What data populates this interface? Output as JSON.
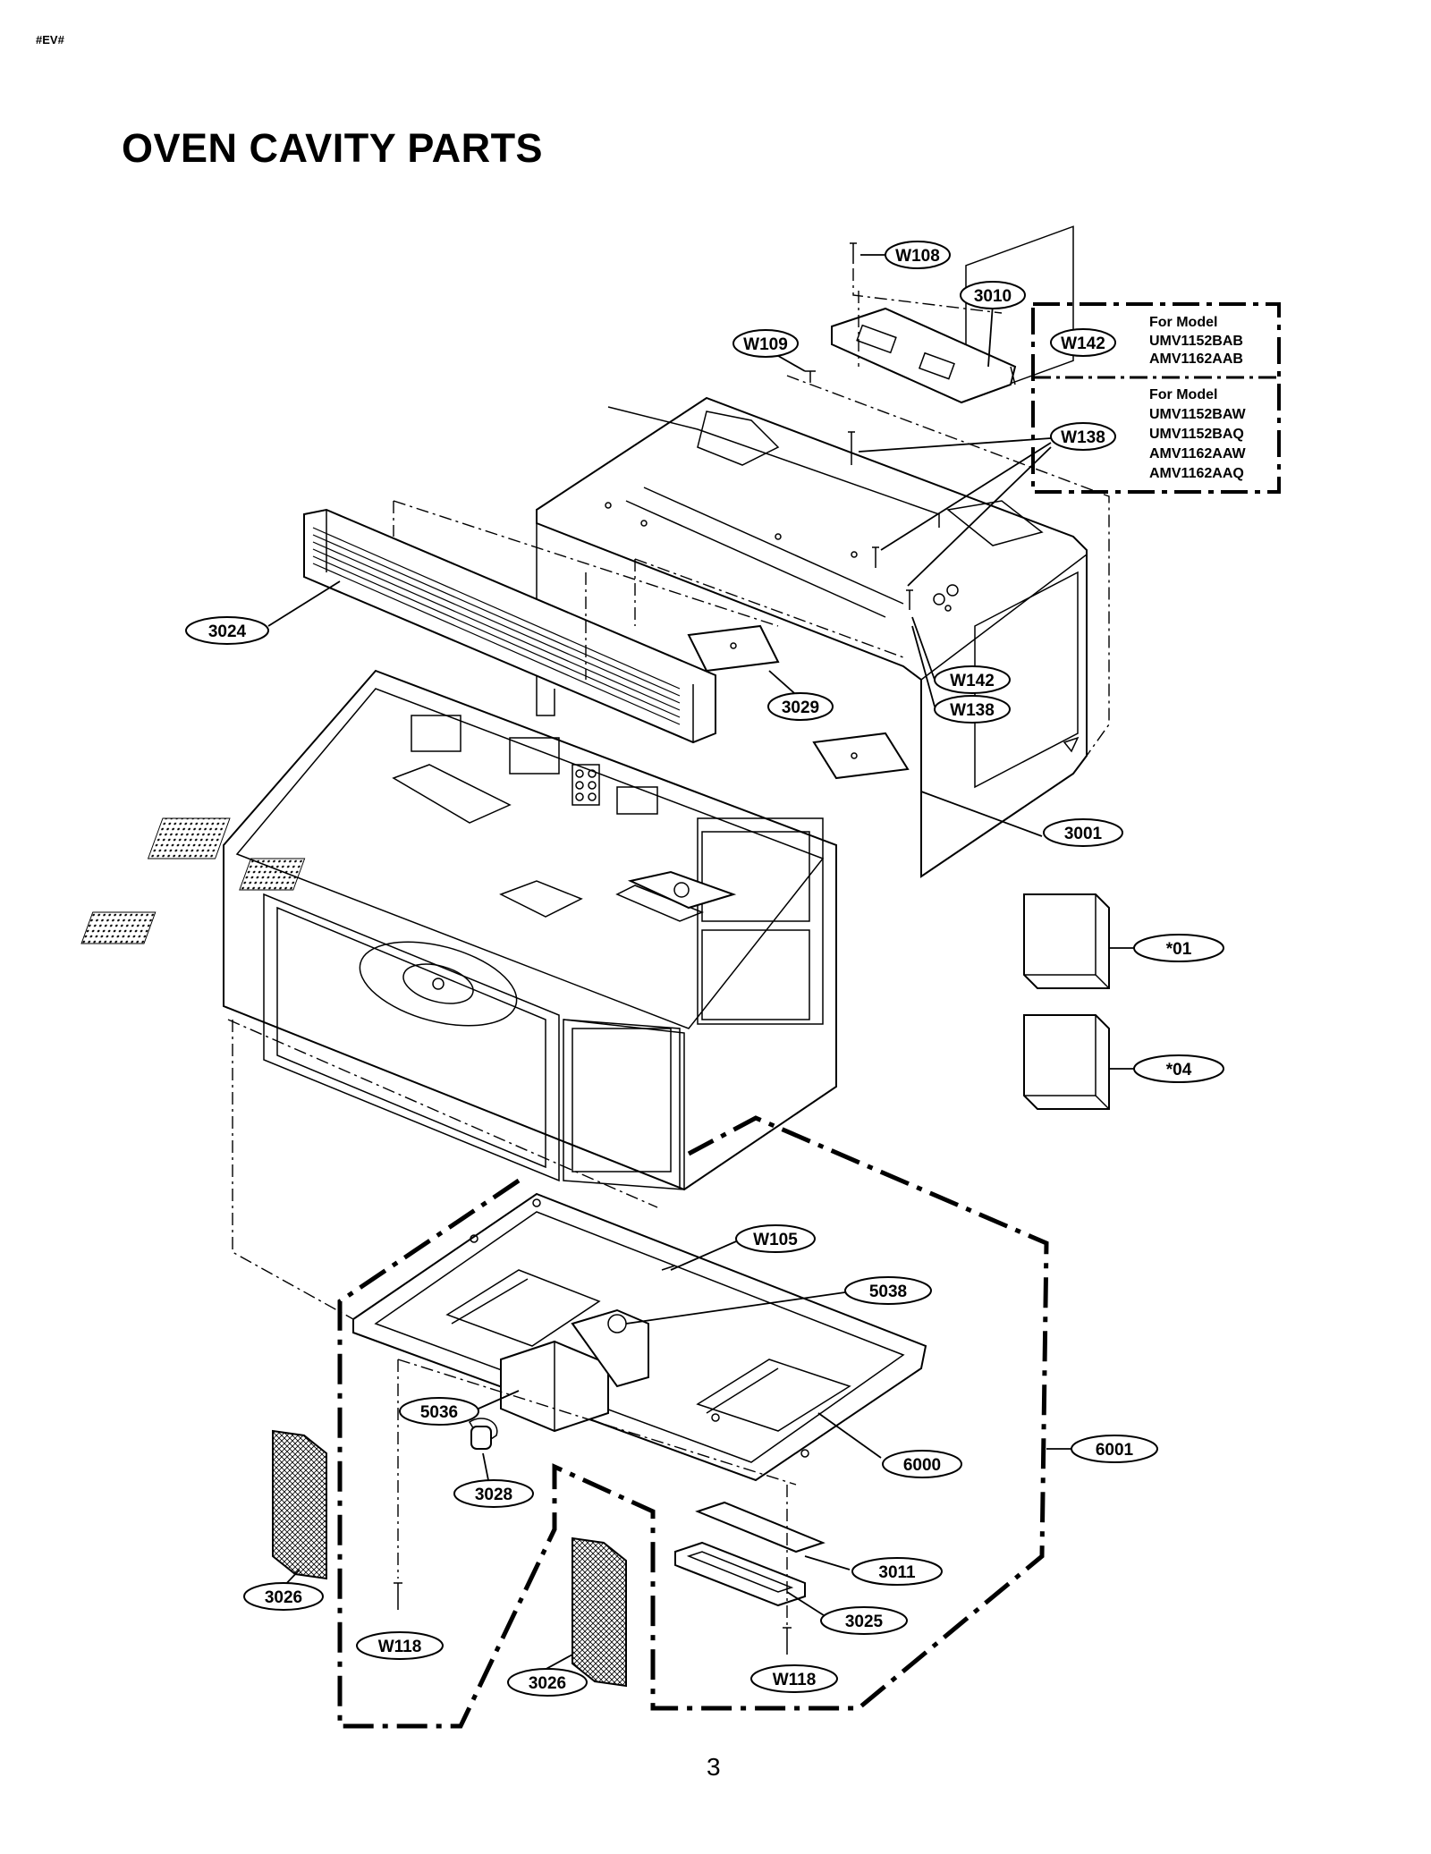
{
  "header_code": "#EV#",
  "title": "OVEN CAVITY PARTS",
  "page_number": "3",
  "model_groups": [
    {
      "callout": "W142",
      "heading": "For Model",
      "models": [
        "UMV1152BAB",
        "AMV1162AAB"
      ]
    },
    {
      "callout": "W138",
      "heading": "For Model",
      "models": [
        "UMV1152BAW",
        "UMV1152BAQ",
        "AMV1162AAW",
        "AMV1162AAQ"
      ]
    }
  ],
  "callouts": {
    "w108": "W108",
    "p3010": "3010",
    "w109": "W109",
    "w142_box": "W142",
    "w138_top": "W138",
    "p3024": "3024",
    "w142_side": "W142",
    "w138_side": "W138",
    "p3029": "3029",
    "p3001": "3001",
    "star01": "*01",
    "star04": "*04",
    "w105": "W105",
    "p5038": "5038",
    "p5036": "5036",
    "p6000": "6000",
    "p6001": "6001",
    "p3028": "3028",
    "p3011": "3011",
    "p3026_left": "3026",
    "p3025": "3025",
    "w118_left": "W118",
    "w118_right": "W118",
    "p3026_bottom": "3026"
  }
}
